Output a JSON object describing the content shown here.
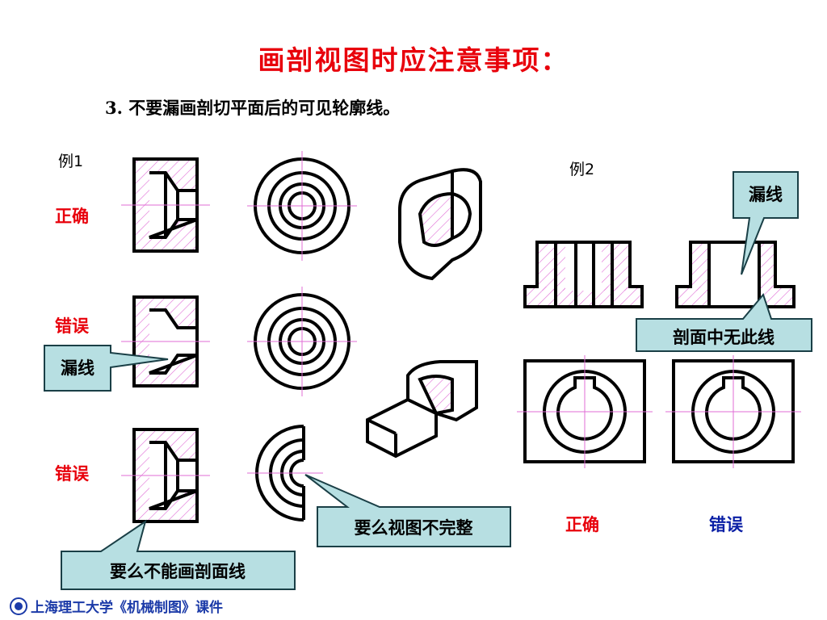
{
  "title": "画剖视图时应注意事项：",
  "subtitle": "3. 不要漏画剖切平面后的可见轮廓线。",
  "example1": {
    "label": "例1",
    "row_labels": [
      "正确",
      "错误",
      "错误"
    ]
  },
  "example2": {
    "label": "例2",
    "col_labels": [
      "正确",
      "错误"
    ]
  },
  "callouts": {
    "missing_line_left": "漏线",
    "missing_line_right": "漏线",
    "no_such_line": "剖面中无此线",
    "incomplete_view": "要么视图不完整",
    "no_hatch": "要么不能画剖面线"
  },
  "footer": "上海理工大学《机械制图》课件",
  "colors": {
    "title": "#e8000b",
    "correct": "#e8000b",
    "wrong_ex2": "#0a1fa5",
    "callout_fill": "#b7dfe2",
    "hatch": "#e06cd6"
  }
}
